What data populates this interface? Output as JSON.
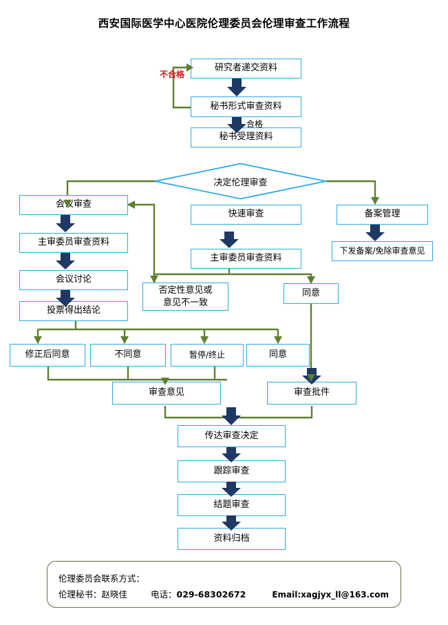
{
  "title": "西安国际医学中心医院伦理委员会伦理审查工作流程",
  "colors": {
    "node_border": "#2BAAE2",
    "block_arrow": "#1F3864",
    "line_arrow": "#5E7F2E",
    "reject_label": "#D11A1A",
    "contact_border": "#6B6B4E",
    "background": "#FFFFFF"
  },
  "nodes": {
    "submit": "研究者递交资料",
    "formal_review": "秘书形式审查资料",
    "accept": "秘书受理资料",
    "decide": "决定伦理审查",
    "meeting_review": "会议审查",
    "fast_review": "快速审查",
    "filing_mgmt": "备案管理",
    "primary_reviewer_meeting": "主审委员审查资料",
    "primary_reviewer_fast": "主审委员审查资料",
    "issue_filing_opinion": "下发备案/免除审查意见",
    "meeting_discuss": "会议讨论",
    "vote_conclusion": "投票得出结论",
    "negative_opinion": "否定性意见或\n意见不一致",
    "negative_opinion_line1": "否定性意见或",
    "negative_opinion_line2": "意见不一致",
    "agree_fast": "同意",
    "agree_after_revision": "修正后同意",
    "disagree": "不同意",
    "suspend_terminate": "暂停/终止",
    "agree_meeting": "同意",
    "review_opinion": "审查意见",
    "review_approval": "审查批件",
    "convey_decision": "传达审查决定",
    "followup_review": "跟踪审查",
    "completion_review": "结题审查",
    "archive": "资料归档"
  },
  "edge_labels": {
    "reject": "不合格",
    "qualified": "合格"
  },
  "contact": {
    "heading": "伦理委员会联系方式：",
    "secretary_label": "伦理秘书：赵晓佳",
    "phone_label": "电话：",
    "phone_value": "029-68302672",
    "email_label": "Email: ",
    "email_value": "xagjyx_ll@163.com"
  }
}
